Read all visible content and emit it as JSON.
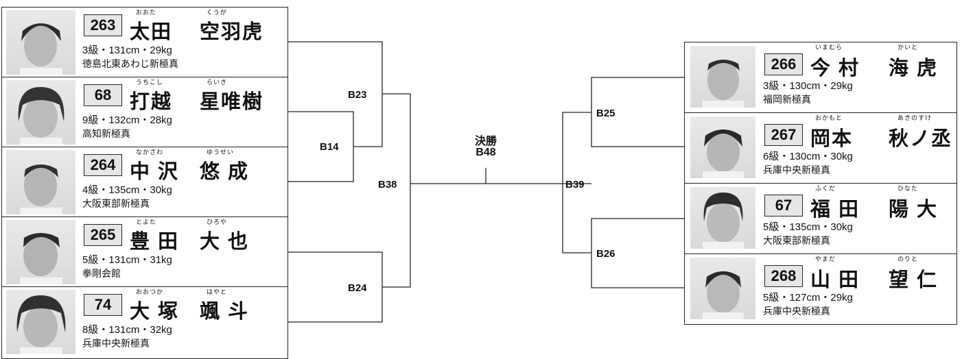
{
  "final": {
    "title": "決勝",
    "code": "B48"
  },
  "bouts": {
    "b23": "B23",
    "b14": "B14",
    "b24": "B24",
    "b38": "B38",
    "b25": "B25",
    "b26": "B26",
    "b39": "B39"
  },
  "left_competitors": [
    {
      "number": "263",
      "family": "太田",
      "given": "空羽虎",
      "family_ruby": "おおた",
      "given_ruby": "くうが",
      "stats": "3級・131cm・29kg",
      "dojo": "徳島北東あわじ新極真"
    },
    {
      "number": "68",
      "family": "打越",
      "given": "星唯樹",
      "family_ruby": "うちこし",
      "given_ruby": "らいき",
      "stats": "9級・132cm・28kg",
      "dojo": "高知新極真"
    },
    {
      "number": "264",
      "family": "中 沢",
      "given": "悠 成",
      "family_ruby": "なかざわ",
      "given_ruby": "ゆうせい",
      "stats": "4級・135cm・30kg",
      "dojo": "大阪東部新極真"
    },
    {
      "number": "265",
      "family": "豊 田",
      "given": "大 也",
      "family_ruby": "とよた",
      "given_ruby": "ひろや",
      "stats": "5級・131cm・31kg",
      "dojo": "拳剛会館"
    },
    {
      "number": "74",
      "family": "大 塚",
      "given": "颯 斗",
      "family_ruby": "おおつか",
      "given_ruby": "はやと",
      "stats": "8級・131cm・32kg",
      "dojo": "兵庫中央新極真"
    }
  ],
  "right_competitors": [
    {
      "number": "266",
      "family": "今 村",
      "given": "海 虎",
      "family_ruby": "いまむら",
      "given_ruby": "かいと",
      "stats": "3級・130cm・29kg",
      "dojo": "福岡新極真"
    },
    {
      "number": "267",
      "family": "岡本",
      "given": "秋ノ丞",
      "family_ruby": "おかもと",
      "given_ruby": "あきのすけ",
      "stats": "6級・130cm・30kg",
      "dojo": "兵庫中央新極真"
    },
    {
      "number": "67",
      "family": "福 田",
      "given": "陽 大",
      "family_ruby": "ふくだ",
      "given_ruby": "ひなた",
      "stats": "5級・135cm・30kg",
      "dojo": "大阪東部新極真"
    },
    {
      "number": "268",
      "family": "山 田",
      "given": "望 仁",
      "family_ruby": "やまだ",
      "given_ruby": "のりと",
      "stats": "5級・127cm・29kg",
      "dojo": "兵庫中央新極真"
    }
  ]
}
